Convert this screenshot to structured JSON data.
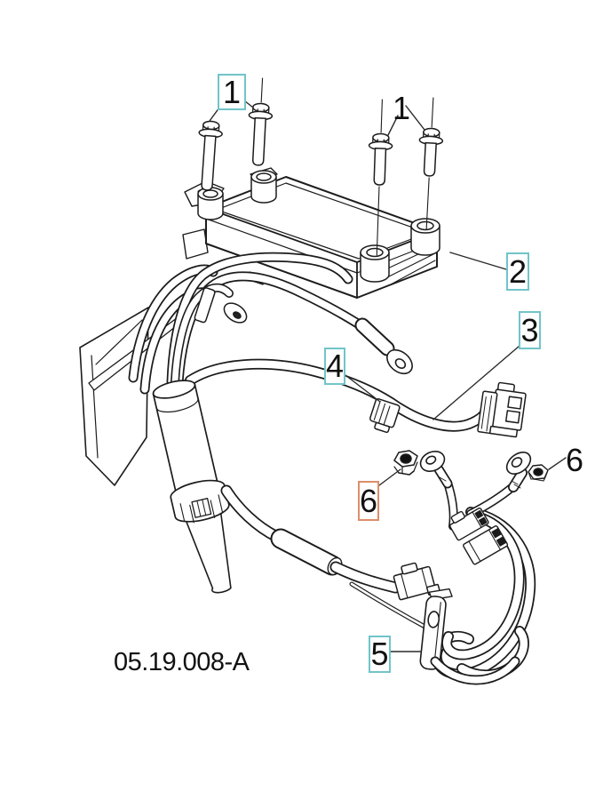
{
  "diagram": {
    "part_number": "05.19.008-A",
    "callouts": [
      {
        "label": "1",
        "boxed": true,
        "box_color": "teal",
        "refers_to": "flange-bolts-left"
      },
      {
        "label": "1",
        "boxed": false,
        "box_color": "none",
        "refers_to": "flange-bolts-right"
      },
      {
        "label": "2",
        "boxed": true,
        "box_color": "teal",
        "refers_to": "control-module"
      },
      {
        "label": "3",
        "boxed": true,
        "box_color": "teal",
        "refers_to": "harness-connector"
      },
      {
        "label": "4",
        "boxed": true,
        "box_color": "teal",
        "refers_to": "cable-clamp"
      },
      {
        "label": "5",
        "boxed": true,
        "box_color": "teal",
        "refers_to": "cable-bracket"
      },
      {
        "label": "6",
        "boxed": true,
        "box_color": "orange",
        "refers_to": "hex-nut-left"
      },
      {
        "label": "6",
        "boxed": false,
        "box_color": "none",
        "refers_to": "hex-nut-right"
      }
    ],
    "colors": {
      "callout_teal": "#72c4ca",
      "callout_orange": "#dd8e6b",
      "line": "#1c1c1c",
      "background": "#ffffff"
    }
  }
}
